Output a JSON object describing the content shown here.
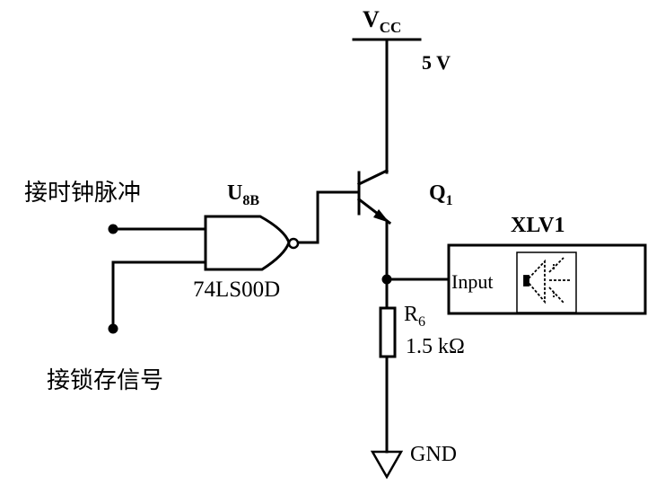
{
  "diagram": {
    "type": "circuit-schematic",
    "power": {
      "name": "V",
      "sub": "CC",
      "voltage": "5 V"
    },
    "gate": {
      "ref": "U",
      "ref_sub": "8B",
      "part": "74LS00D",
      "kind": "NAND"
    },
    "inputs": {
      "clock_label": "接时钟脉冲",
      "latch_label": "接锁存信号"
    },
    "transistor": {
      "ref": "Q",
      "ref_sub": "1",
      "kind": "NPN"
    },
    "probe": {
      "ref": "XLV1",
      "pin_label": "Input",
      "icon": "speaker-icon"
    },
    "resistor": {
      "ref": "R",
      "ref_sub": "6",
      "value": "1.5 kΩ"
    },
    "ground": {
      "label": "GND"
    }
  }
}
